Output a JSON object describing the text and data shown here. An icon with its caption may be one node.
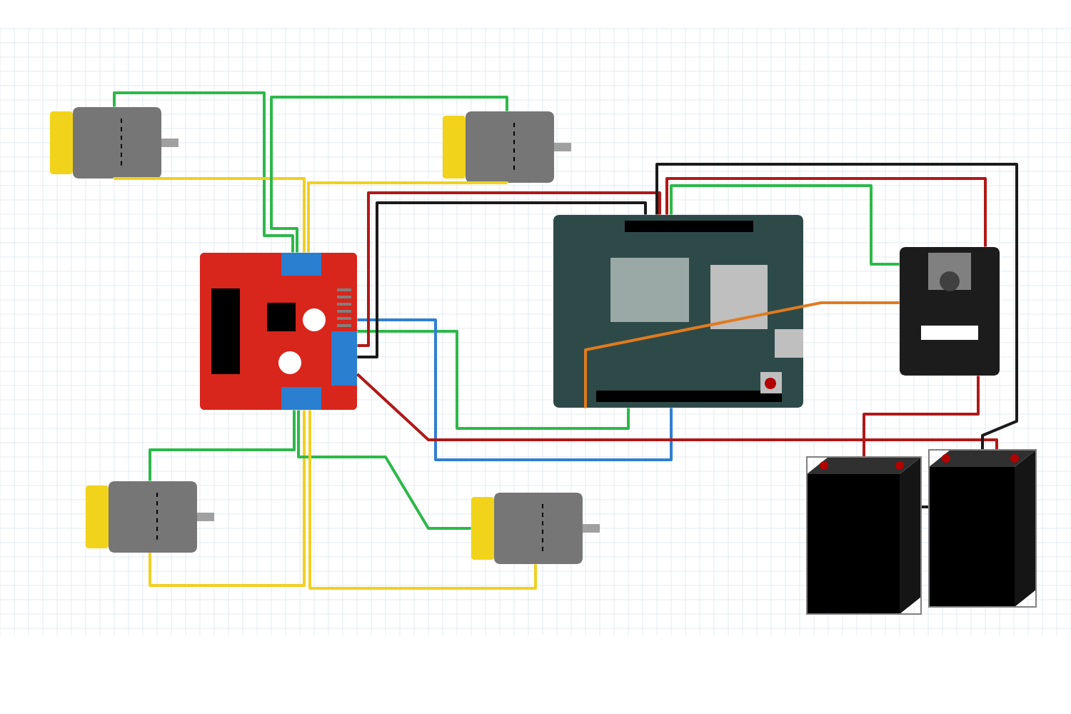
{
  "diagram": {
    "nodes": [
      {
        "text": [],
        "shape": "picture"
      },
      {
        "text": [],
        "shape": "picture"
      },
      {
        "text": [],
        "shape": "picture"
      },
      {
        "text": [],
        "shape": "picture"
      },
      {
        "text": [],
        "shape": "picture"
      },
      {
        "text": [],
        "shape": "picture"
      },
      {
        "text": [],
        "shape": "picture"
      },
      {
        "text": [],
        "shape": "box"
      },
      {
        "text": [],
        "shape": "box"
      }
    ],
    "edges": [
      {
        "from": 0,
        "to": 4,
        "arrow": "none",
        "color": "#2db84a"
      },
      {
        "from": 0,
        "to": 4,
        "arrow": "none",
        "color": "#f0d020"
      },
      {
        "from": 1,
        "to": 4,
        "arrow": "none",
        "color": "#2db84a"
      },
      {
        "from": 1,
        "to": 4,
        "arrow": "none",
        "color": "#f0d020"
      },
      {
        "from": 2,
        "to": 4,
        "arrow": "none",
        "color": "#2db84a"
      },
      {
        "from": 2,
        "to": 4,
        "arrow": "none",
        "color": "#f0d020"
      },
      {
        "from": 3,
        "to": 4,
        "arrow": "none",
        "color": "#2db84a"
      },
      {
        "from": 3,
        "to": 4,
        "arrow": "none",
        "color": "#f0d020"
      },
      {
        "from": 4,
        "to": 5,
        "arrow": "none",
        "color": "#2db84a"
      },
      {
        "from": 4,
        "to": 5,
        "arrow": "none",
        "color": "#2f7fd0"
      },
      {
        "from": 4,
        "to": 5,
        "arrow": "none",
        "color": "#b01818"
      },
      {
        "from": 4,
        "to": 5,
        "arrow": "none",
        "color": "#1a1a1a"
      },
      {
        "from": 4,
        "to": 8,
        "arrow": "none",
        "color": "#b01818"
      },
      {
        "from": 5,
        "to": 8,
        "arrow": "none",
        "color": "#1a1a1a"
      },
      {
        "from": 5,
        "to": 6,
        "arrow": "none",
        "color": "#b01818"
      },
      {
        "from": 6,
        "to": 7,
        "arrow": "none",
        "color": "#b01818"
      },
      {
        "from": 5,
        "to": 6,
        "arrow": "none",
        "color": "#2db84a"
      },
      {
        "from": 5,
        "to": 6,
        "arrow": "none",
        "color": "#e07b20"
      },
      {
        "from": 7,
        "to": 8,
        "arrow": "none",
        "color": "#1a1a1a"
      }
    ]
  }
}
